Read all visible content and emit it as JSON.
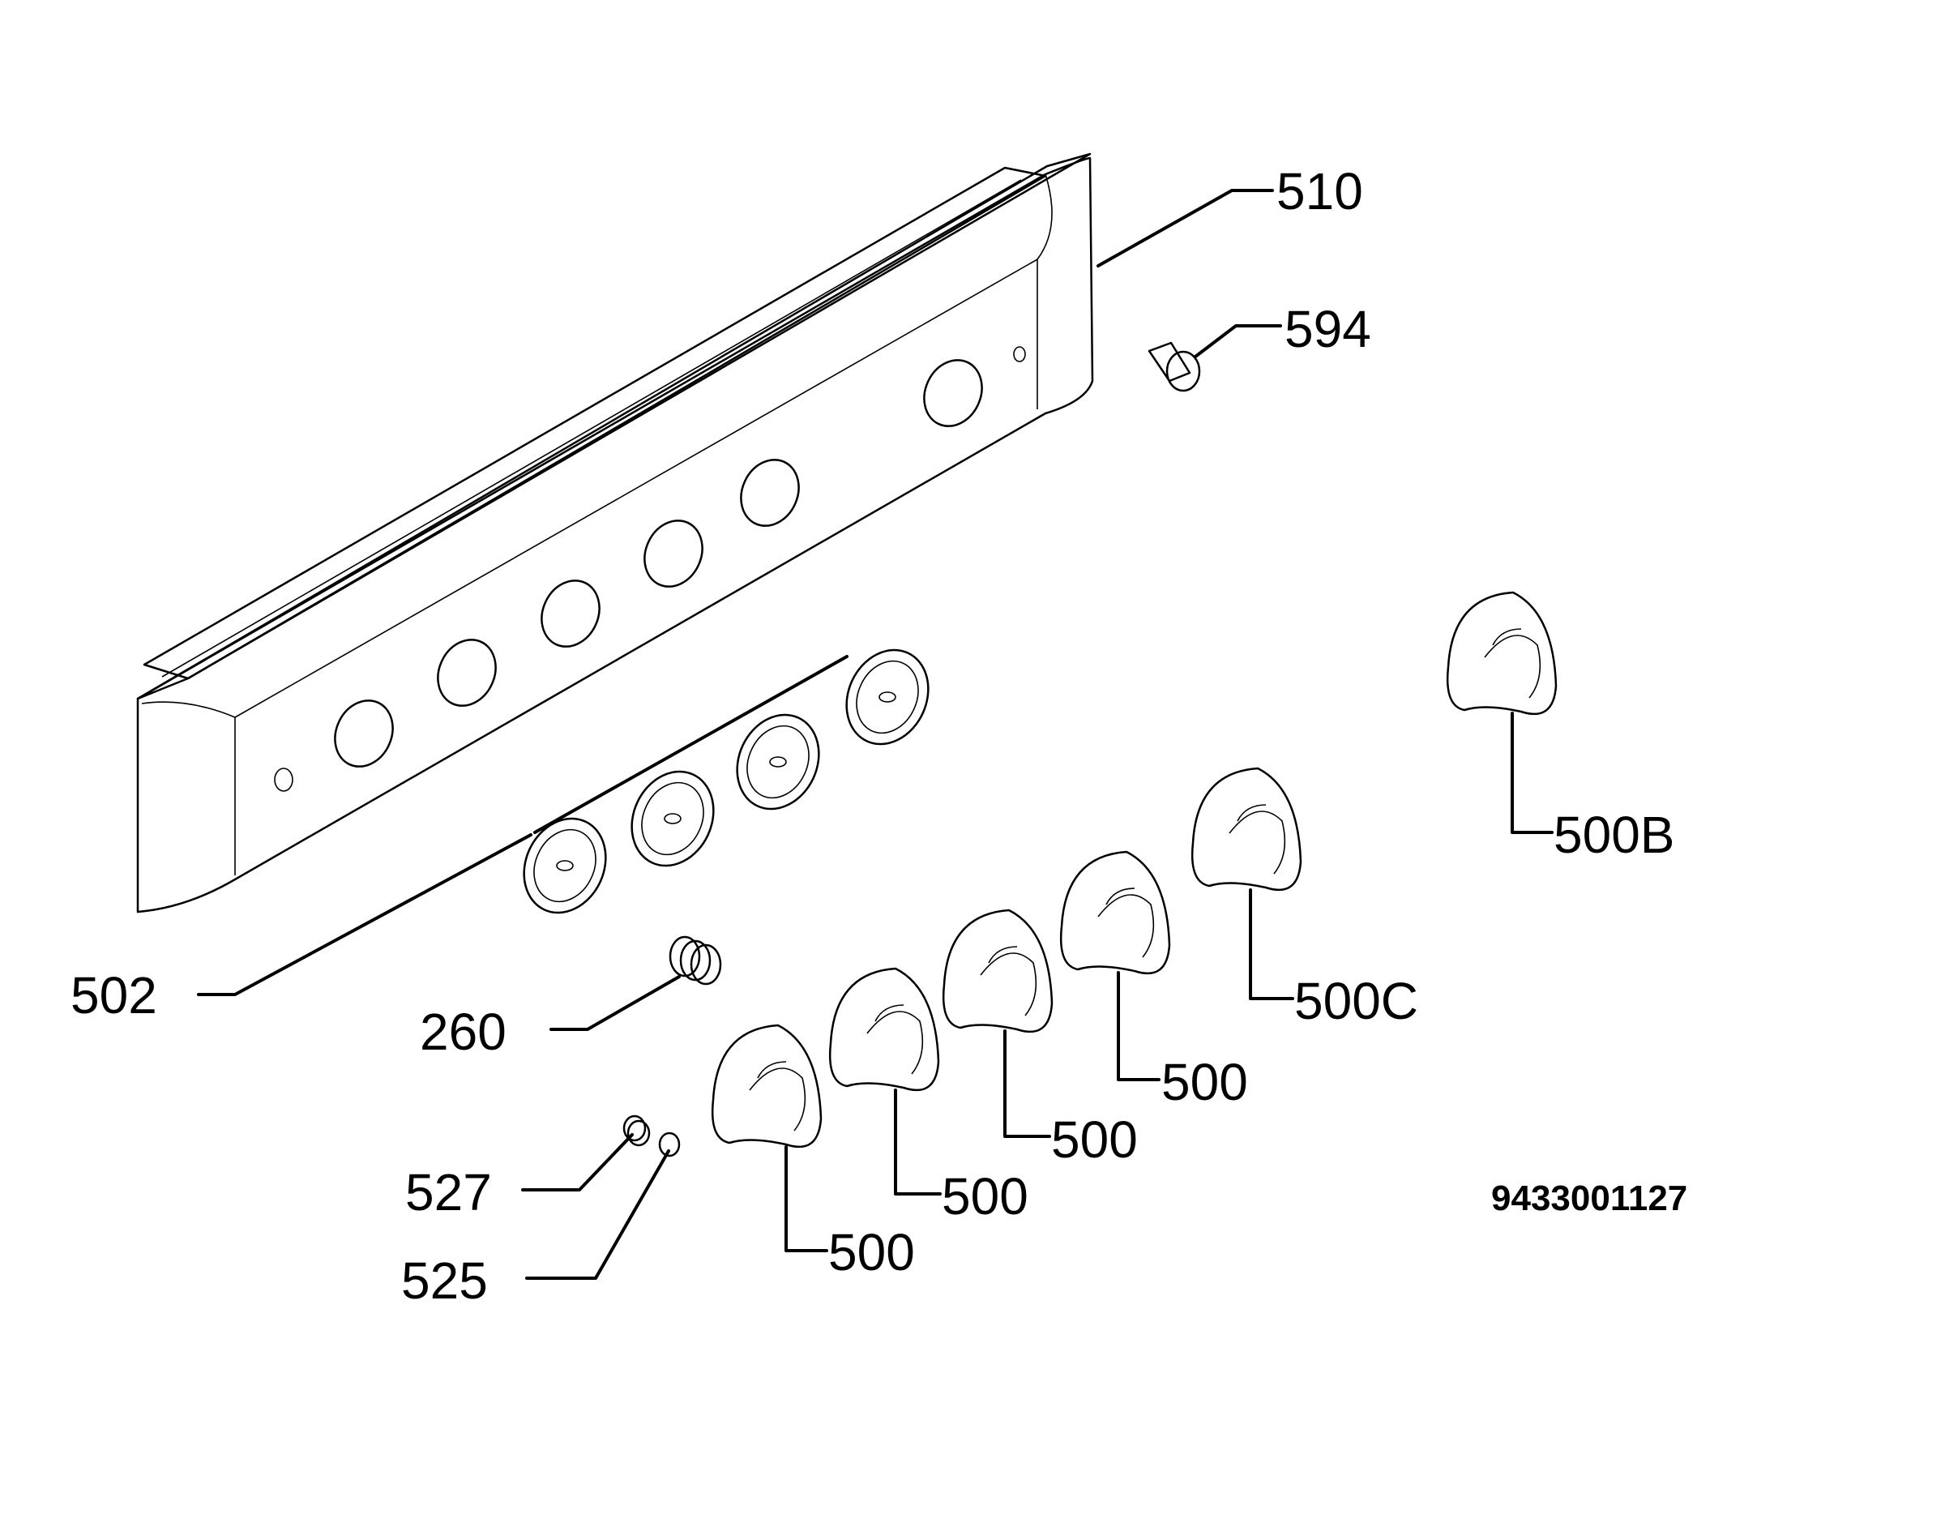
{
  "diagram": {
    "drawing_number": "9433001127",
    "callouts": [
      {
        "id": "c510",
        "text": "510"
      },
      {
        "id": "c594",
        "text": "594"
      },
      {
        "id": "c502",
        "text": "502"
      },
      {
        "id": "c260",
        "text": "260"
      },
      {
        "id": "c527",
        "text": "527"
      },
      {
        "id": "c525",
        "text": "525"
      },
      {
        "id": "c500a",
        "text": "500"
      },
      {
        "id": "c500b",
        "text": "500"
      },
      {
        "id": "c500c",
        "text": "500"
      },
      {
        "id": "c500d",
        "text": "500"
      },
      {
        "id": "c500C",
        "text": "500C"
      },
      {
        "id": "c500B",
        "text": "500B"
      }
    ]
  }
}
